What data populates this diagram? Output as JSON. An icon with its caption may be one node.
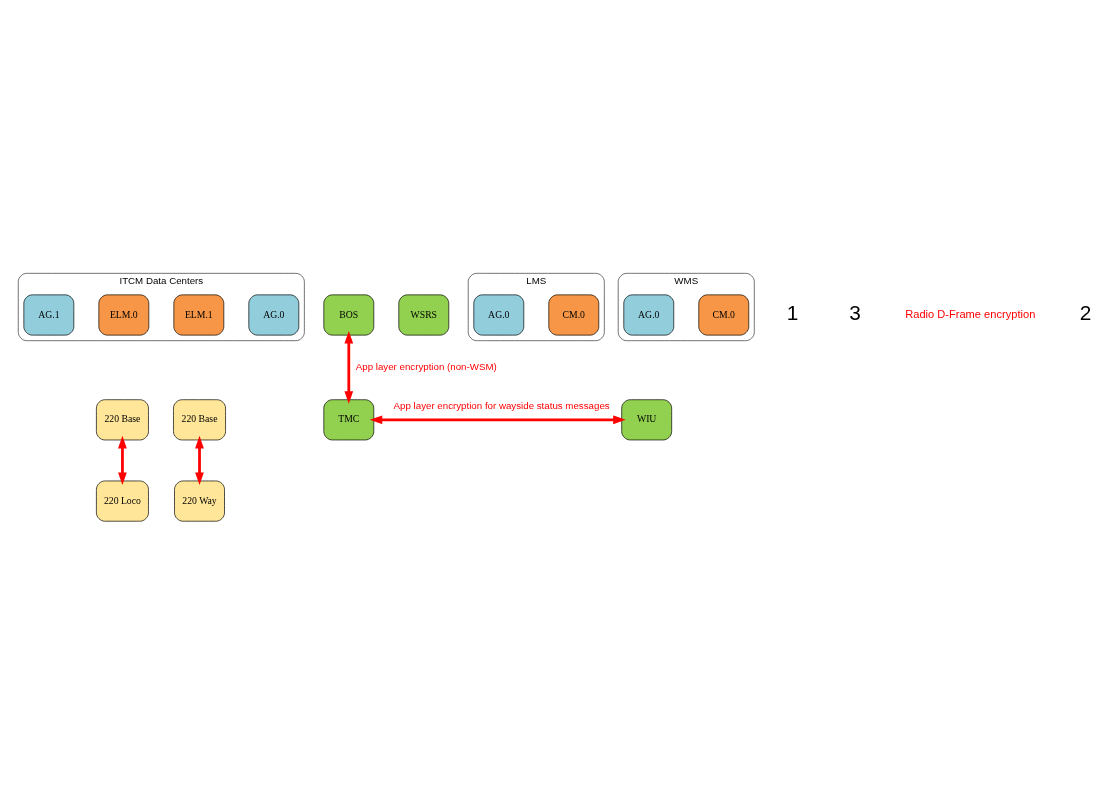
{
  "diagram": {
    "nodes": [
      {
        "text": [
          "ITCM Data Centers"
        ]
      },
      {
        "text": [
          "BOS"
        ]
      },
      {
        "text": [
          "WSRS"
        ]
      },
      {
        "text": [
          "AG.0"
        ],
        "in": 0
      },
      {
        "text": [
          "ELM.0"
        ],
        "in": 0
      },
      {
        "text": [
          "ELM.1"
        ],
        "in": 0
      },
      {
        "text": [
          "AG.1"
        ],
        "in": 0
      },
      {
        "text": [
          "220 Base"
        ]
      },
      {
        "text": [
          "220 Base"
        ]
      },
      {
        "text": [
          "LMS"
        ]
      },
      {
        "text": [
          "220 Loco"
        ]
      },
      {
        "text": [
          "220 Way"
        ]
      },
      {
        "text": [
          "WMS"
        ]
      },
      {
        "text": [
          "CM.0"
        ],
        "in": 9
      },
      {
        "text": [
          "CM.0"
        ],
        "in": 12
      },
      {
        "text": [
          "AG.0"
        ],
        "in": 9
      },
      {
        "text": [
          "AG.0"
        ],
        "in": 12
      },
      {
        "text": [
          "TMC"
        ]
      },
      {
        "text": [
          "WIU"
        ]
      }
    ],
    "edges": [
      {
        "from": 1,
        "to": 17,
        "arrow": "both",
        "label": "App layer encryption (non-WSM)"
      },
      {
        "from": 7,
        "to": 10,
        "arrow": "both"
      },
      {
        "from": 8,
        "to": 11,
        "arrow": "both"
      },
      {
        "from": 17,
        "to": 18,
        "arrow": "both",
        "label": "App layer encryption for wayside status messages"
      }
    ],
    "labels": [
      "1",
      "3",
      "Radio D-Frame encryption",
      "2"
    ]
  }
}
